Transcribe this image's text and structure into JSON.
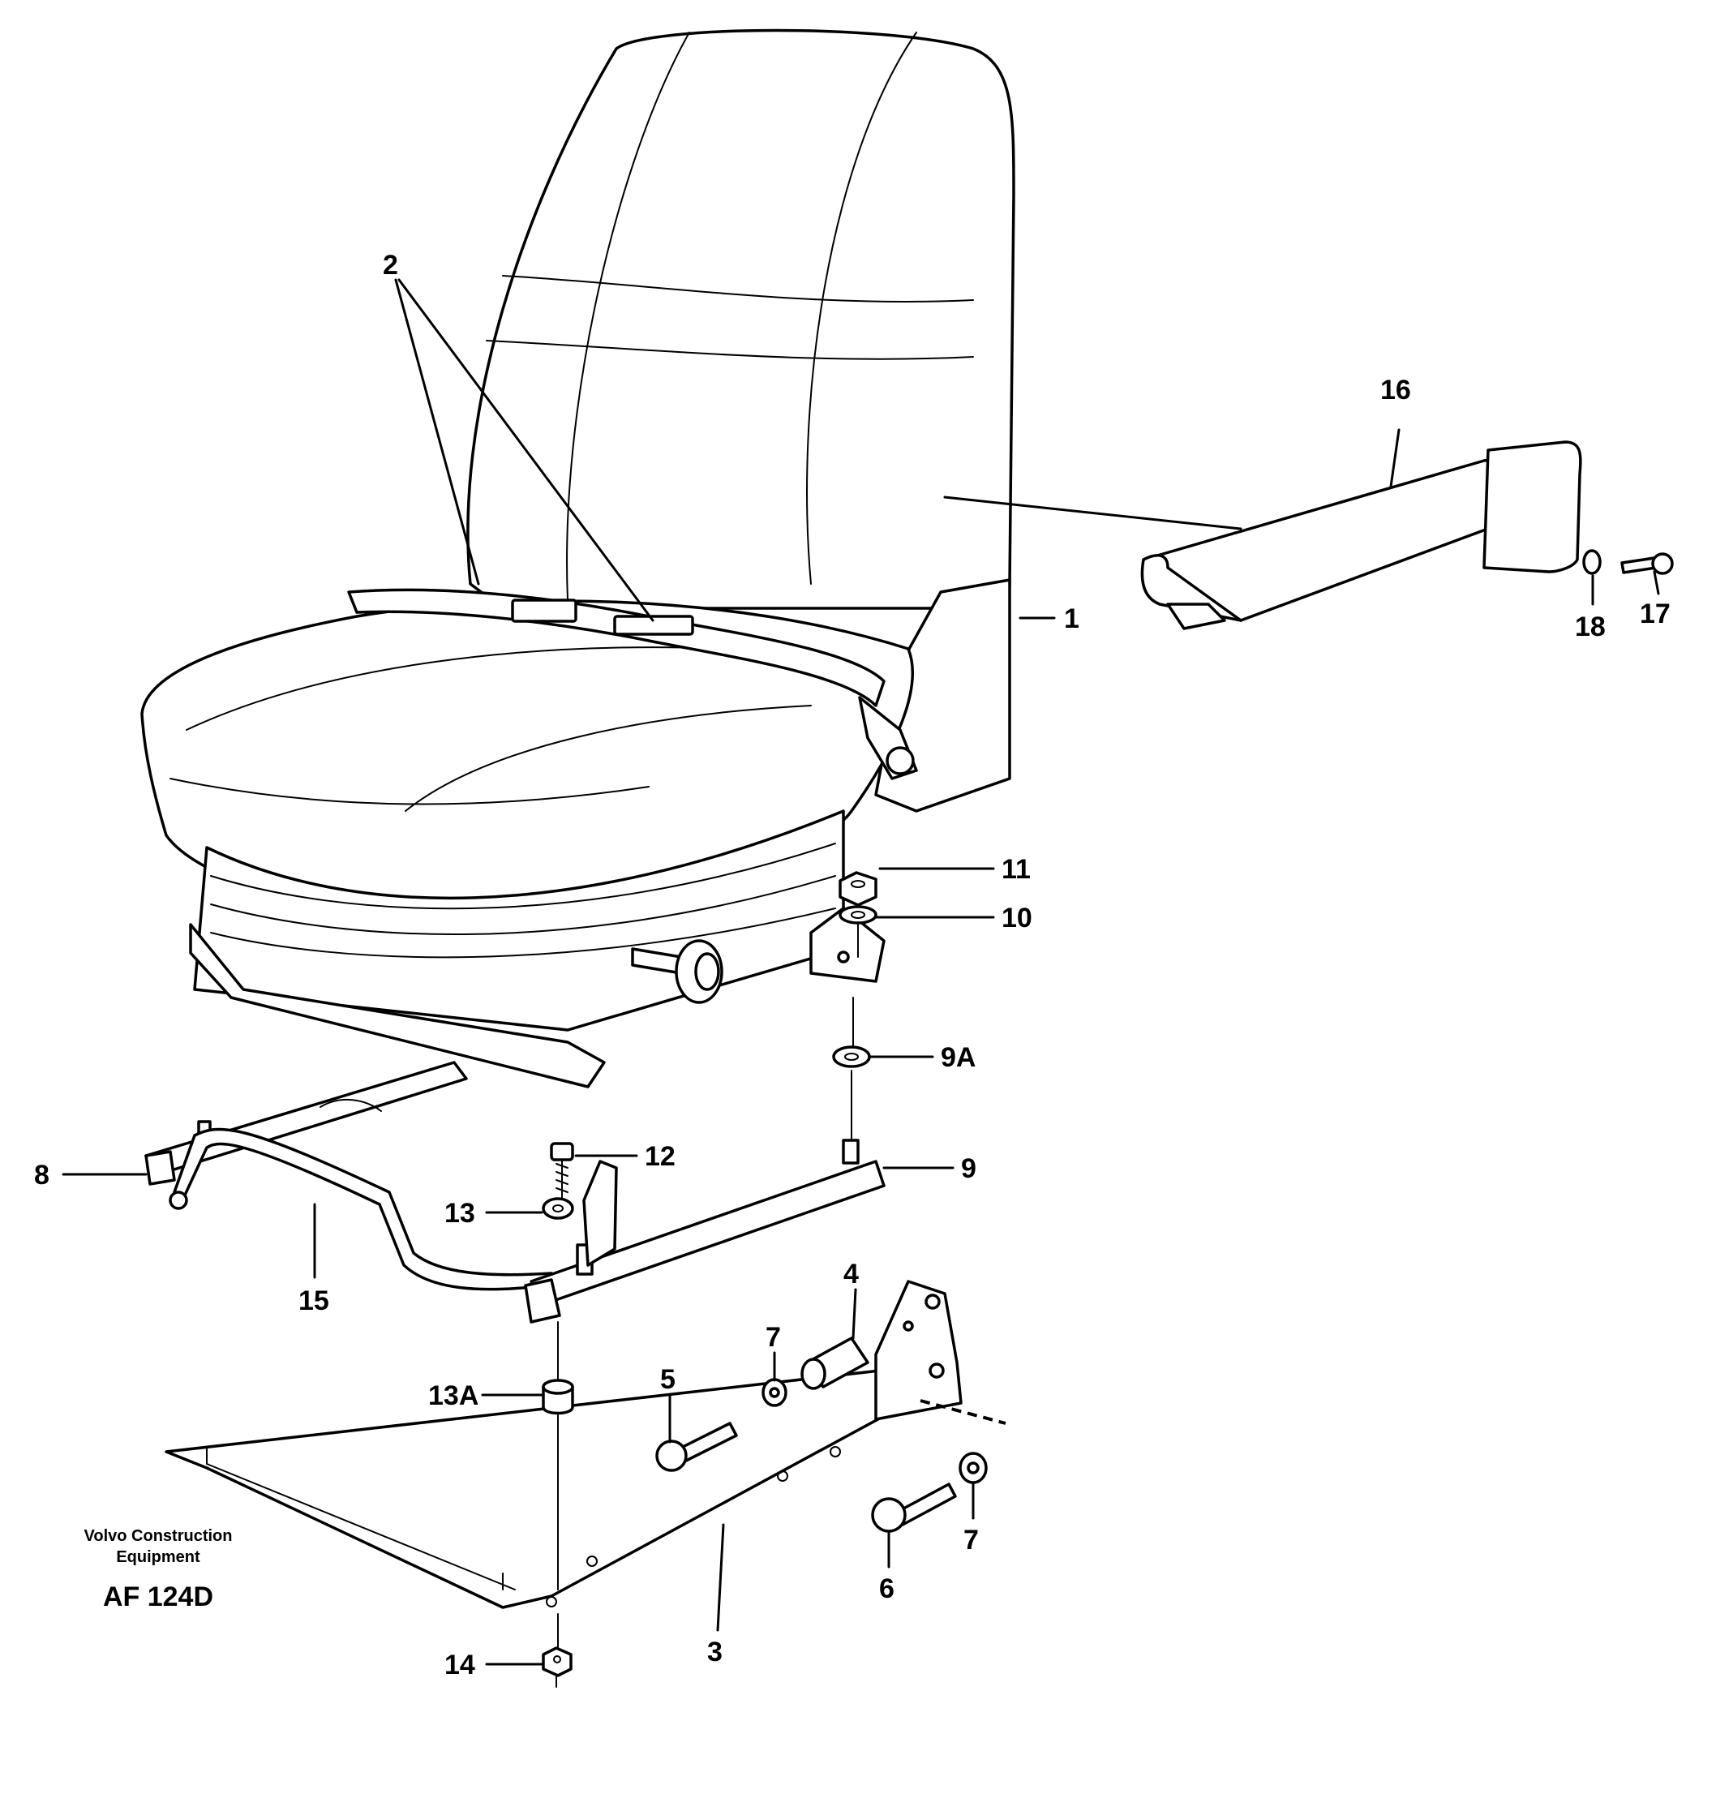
{
  "callouts": {
    "c1": "1",
    "c2": "2",
    "c3": "3",
    "c4": "4",
    "c5": "5",
    "c6": "6",
    "c7a": "7",
    "c7b": "7",
    "c8": "8",
    "c9": "9",
    "c9a": "9A",
    "c10": "10",
    "c11": "11",
    "c12": "12",
    "c13": "13",
    "c13a": "13A",
    "c14": "14",
    "c15": "15",
    "c16": "16",
    "c17": "17",
    "c18": "18"
  },
  "footer": {
    "brand_line1": "Volvo Construction",
    "brand_line2": "Equipment",
    "drawing_code": "AF 124D"
  }
}
